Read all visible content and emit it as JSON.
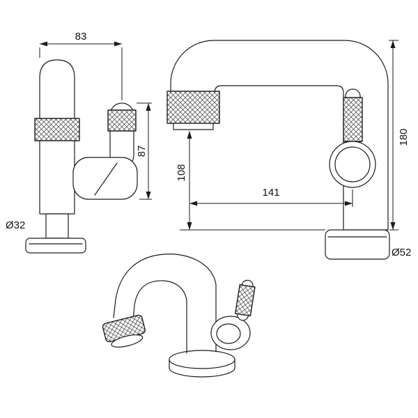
{
  "drawing": {
    "background_color": "#ffffff",
    "line_color": "#1a1a1a"
  },
  "side_view": {
    "dim_width": "83",
    "dim_handle_height": "87",
    "dim_base_diameter": "Ø32"
  },
  "front_view": {
    "dim_spout_clearance": "108",
    "dim_spout_reach": "141",
    "dim_total_height": "180",
    "dim_base_diameter": "Ø52"
  }
}
